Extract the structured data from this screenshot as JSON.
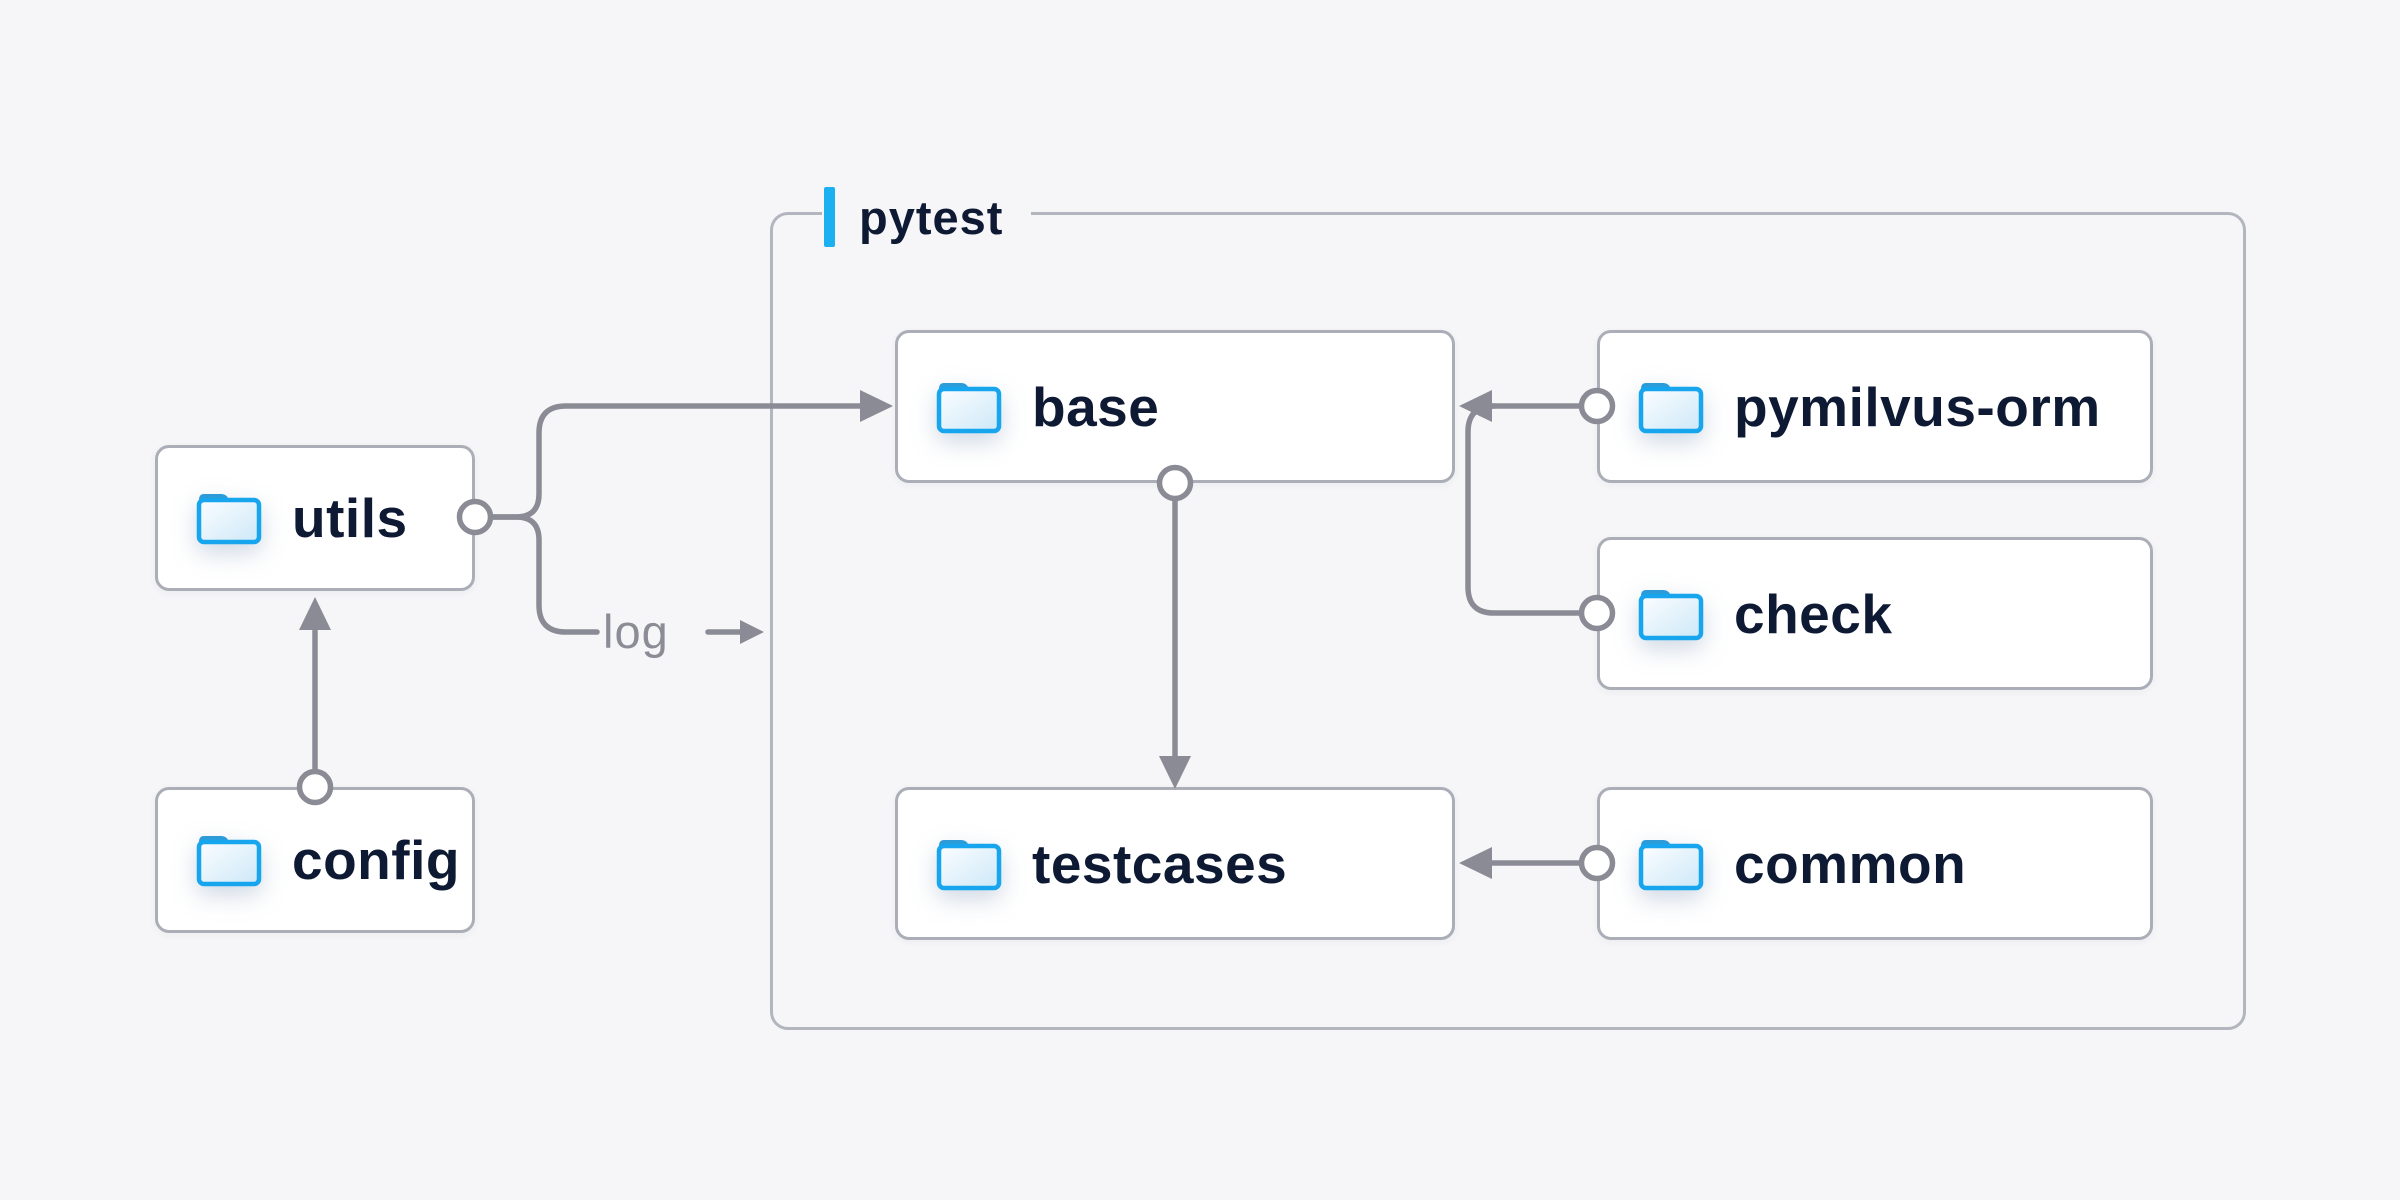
{
  "diagram": {
    "title_group": "pytest",
    "group": {
      "label": "pytest",
      "accent_bar_color": "#1bb1f1"
    },
    "nodes": {
      "utils": {
        "label": "utils",
        "icon": "folder-icon"
      },
      "config": {
        "label": "config",
        "icon": "folder-icon"
      },
      "base": {
        "label": "base",
        "icon": "folder-icon",
        "group": "pytest"
      },
      "pymilvus": {
        "label": "pymilvus-orm",
        "icon": "folder-icon",
        "group": "pytest"
      },
      "check": {
        "label": "check",
        "icon": "folder-icon",
        "group": "pytest"
      },
      "testcases": {
        "label": "testcases",
        "icon": "folder-icon",
        "group": "pytest"
      },
      "common": {
        "label": "common",
        "icon": "folder-icon",
        "group": "pytest"
      }
    },
    "edges": [
      {
        "from": "config",
        "to": "utils",
        "label": ""
      },
      {
        "from": "utils",
        "to": "base",
        "label": ""
      },
      {
        "from": "utils",
        "to": "pytest",
        "label": "log"
      },
      {
        "from": "pymilvus-orm",
        "to": "base",
        "label": ""
      },
      {
        "from": "check",
        "to": "base",
        "label": ""
      },
      {
        "from": "base",
        "to": "testcases",
        "label": ""
      },
      {
        "from": "common",
        "to": "testcases",
        "label": ""
      }
    ],
    "colors": {
      "background": "#f6f6f8",
      "node_fill": "#ffffff",
      "node_border": "#abaeb7",
      "group_border": "#b3b6be",
      "connector_gray": "#8a8b95",
      "text_navy": "#0e1a33",
      "edge_label_gray": "#8b8c96",
      "folder_outline_blue": "#17a5ee",
      "folder_tab_blue": "#2d9bd8",
      "accent_bar_blue": "#1bb1f1"
    }
  }
}
